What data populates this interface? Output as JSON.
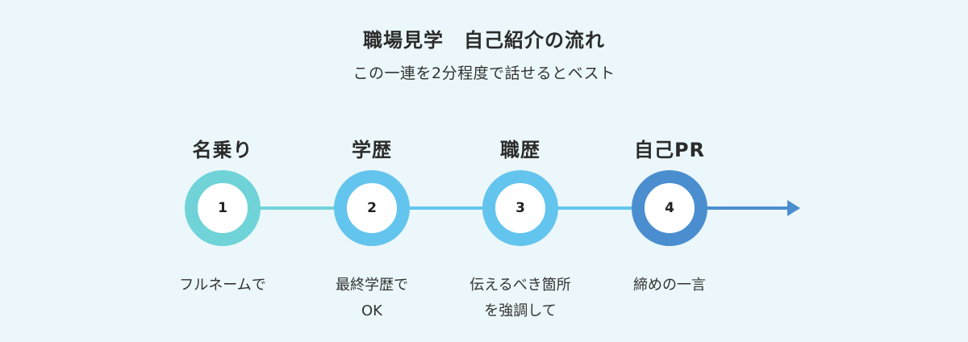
{
  "header": {
    "title": "職場見学　自己紹介の流れ",
    "subtitle": "この一連を2分程度で話せるとベスト"
  },
  "colors": {
    "background": "#ebf7fa",
    "ring_step1": "#6fd3d8",
    "ring_step2": "#63c4ee",
    "ring_step3": "#63c4ee",
    "ring_step4": "#4a8ed0",
    "arrow": "#4a8ed0"
  },
  "steps": [
    {
      "number": "1",
      "title": "名乗り",
      "caption_lines": [
        "フルネームで"
      ]
    },
    {
      "number": "2",
      "title": "学歴",
      "caption_lines": [
        "最終学歴で",
        "OK"
      ]
    },
    {
      "number": "3",
      "title": "職歴",
      "caption_lines": [
        "伝えるべき箇所",
        "を強調して"
      ]
    },
    {
      "number": "4",
      "title": "自己PR",
      "caption_lines": [
        "締めの一言"
      ]
    }
  ]
}
